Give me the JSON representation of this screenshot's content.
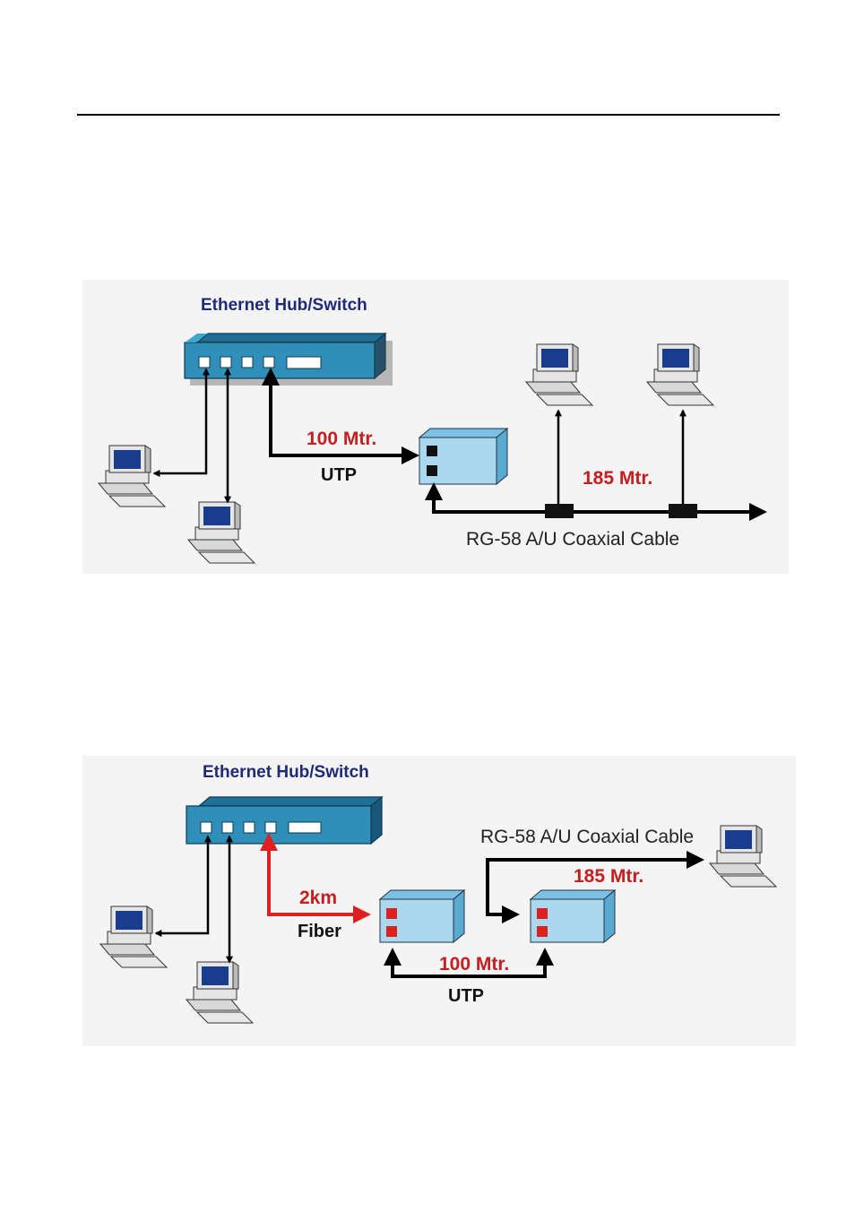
{
  "diagram1": {
    "hub_title": "Ethernet Hub/Switch",
    "utp_distance": "100 Mtr.",
    "utp_label": "UTP",
    "coax_distance": "185 Mtr.",
    "coax_label": "RG-58 A/U Coaxial Cable"
  },
  "diagram2": {
    "hub_title": "Ethernet Hub/Switch",
    "fiber_distance": "2km",
    "fiber_label": "Fiber",
    "utp_distance": "100 Mtr.",
    "utp_label": "UTP",
    "coax_label": "RG-58 A/U Coaxial Cable",
    "coax_distance": "185 Mtr."
  },
  "colors": {
    "hub_face": "#2f8fb8",
    "converter_face": "#a9d8ef",
    "fiber_red": "#e02020",
    "label_red": "#c41e1e",
    "title_blue": "#1e2a78"
  }
}
